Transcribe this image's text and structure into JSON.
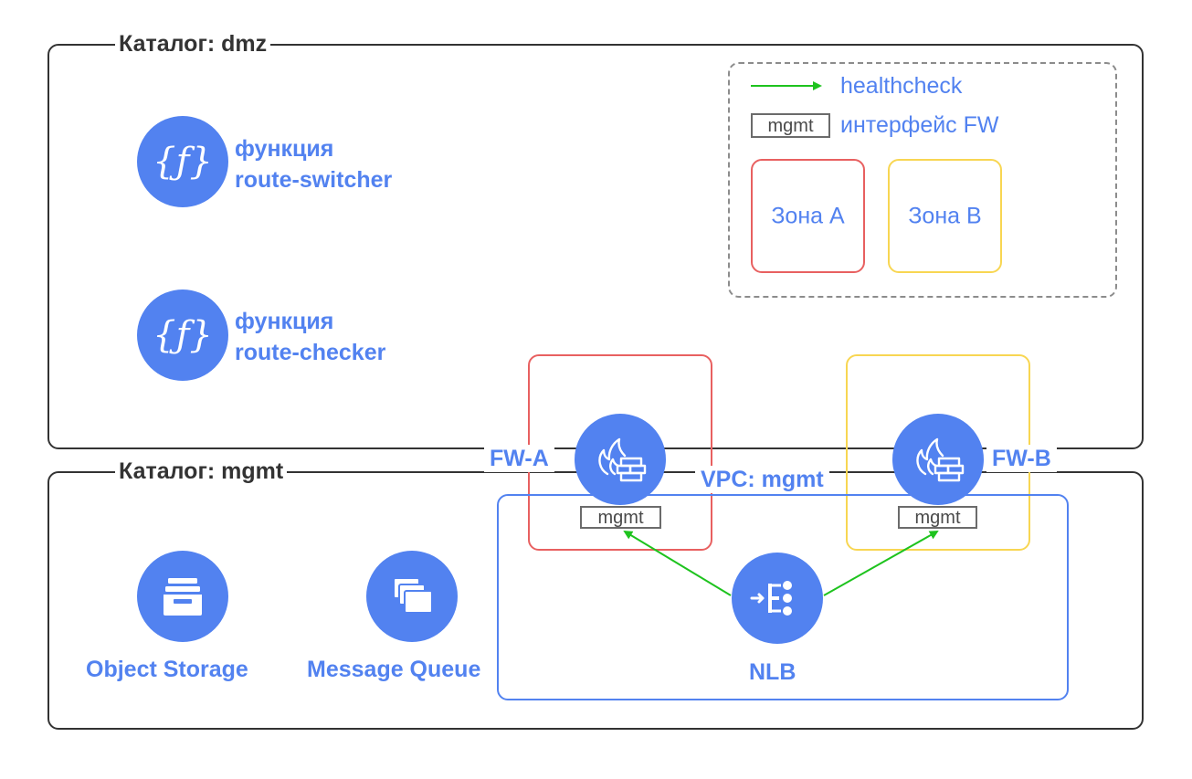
{
  "catalogs": {
    "dmz": {
      "title": "Каталог: dmz"
    },
    "mgmt": {
      "title": "Каталог: mgmt"
    }
  },
  "legend": {
    "healthcheck_label": "healthcheck",
    "mgmt_tag": "mgmt",
    "interface_label": "интерфейс FW",
    "zone_a": "Зона A",
    "zone_b": "Зона B",
    "colors": {
      "healthcheck": "#1ec31e",
      "zone_a": "#e86060",
      "zone_b": "#f8d652"
    }
  },
  "functions": [
    {
      "line1": "функция",
      "line2": "route-switcher",
      "icon": "function-icon"
    },
    {
      "line1": "функция",
      "line2": "route-checker",
      "icon": "function-icon"
    }
  ],
  "firewalls": {
    "a": {
      "label": "FW-A",
      "tag": "mgmt",
      "icon": "firewall-icon"
    },
    "b": {
      "label": "FW-B",
      "tag": "mgmt",
      "icon": "firewall-icon"
    }
  },
  "vpc": {
    "label": "VPC: mgmt"
  },
  "services": {
    "object_storage": {
      "label": "Object Storage",
      "icon": "storage-icon"
    },
    "message_queue": {
      "label": "Message Queue",
      "icon": "message-queue-icon"
    },
    "nlb": {
      "label": "NLB",
      "icon": "load-balancer-icon"
    }
  },
  "colors": {
    "accent": "#5282f0",
    "frame": "#333333"
  }
}
